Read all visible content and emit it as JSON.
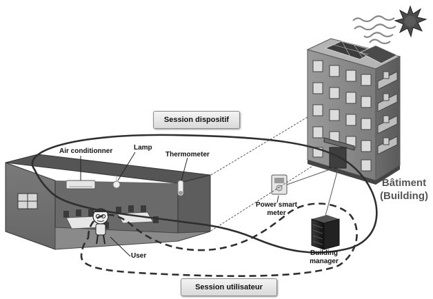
{
  "sessions": {
    "device": "Session dispositif",
    "user": "Session utilisateur"
  },
  "devices": {
    "air_conditioner": "Air conditionner",
    "lamp": "Lamp",
    "thermometer": "Thermometer",
    "power_meter_line1": "Power smart",
    "power_meter_line2": "meter",
    "building_manager_line1": "Building",
    "building_manager_line2": "manager",
    "user": "User"
  },
  "building": {
    "line1": "Bâtiment",
    "line2": "(Building)"
  },
  "colors": {
    "session_loop": "#333333",
    "room_wall": "#6f6f6f",
    "building_wall": "#8c8c8c",
    "sun": "#444444"
  }
}
